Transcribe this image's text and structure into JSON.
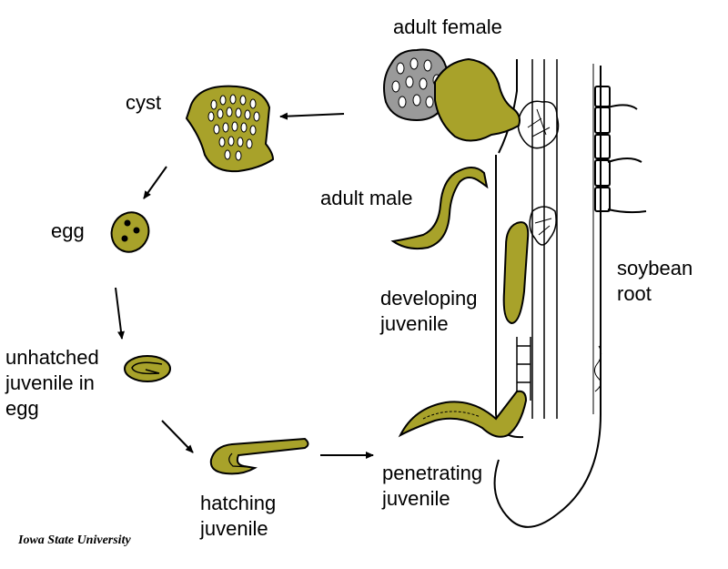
{
  "labels": {
    "adult_female": "adult female",
    "cyst": "cyst",
    "egg": "egg",
    "adult_male": "adult male",
    "soybean_root_1": "soybean",
    "soybean_root_2": "root",
    "developing_1": "developing",
    "developing_2": "juvenile",
    "unhatched_1": "unhatched",
    "unhatched_2": "juvenile in",
    "unhatched_3": "egg",
    "hatching_1": "hatching",
    "hatching_2": "juvenile",
    "penetrating_1": "penetrating",
    "penetrating_2": "juvenile"
  },
  "credit": "Iowa State University",
  "colors": {
    "nematode": "#a8a22a",
    "egg_mass": "#9a9a9a",
    "outline": "#000000"
  }
}
